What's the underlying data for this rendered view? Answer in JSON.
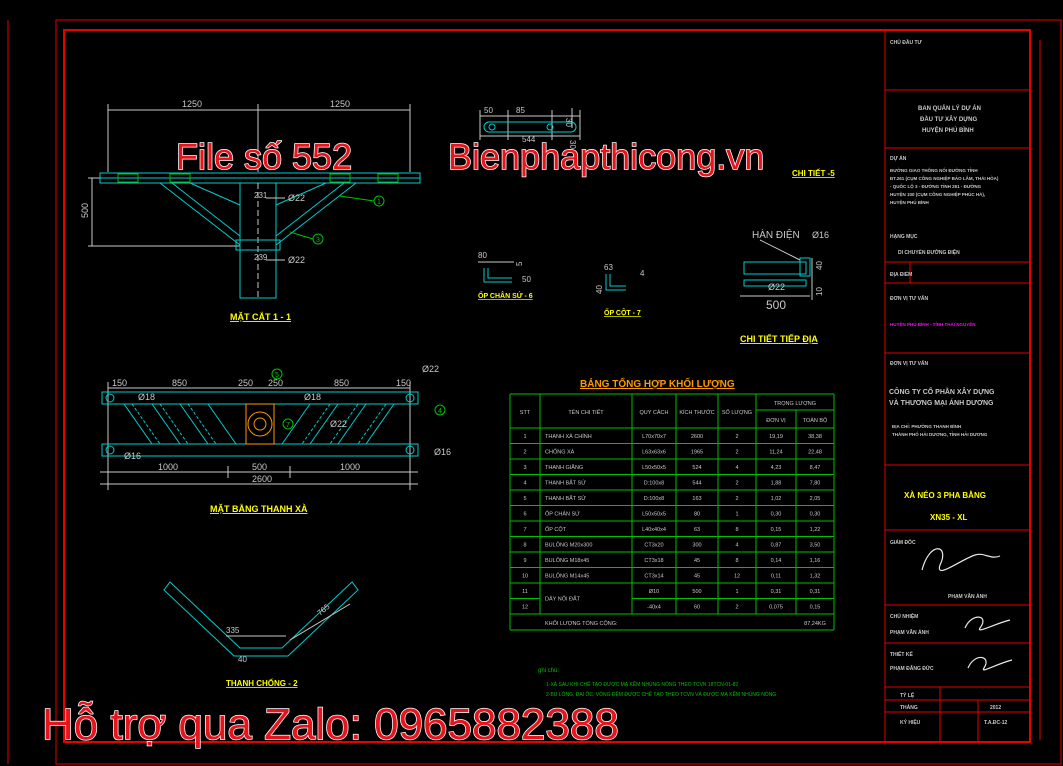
{
  "watermark": {
    "file": "File số 552",
    "site": "Bienphapthicong.vn",
    "zalo": "Hỗ trợ qua Zalo: 0965882388"
  },
  "views": {
    "section_1_1": "MẶT CẮT 1 - 1",
    "plan": "MẶT BẰNG THANH XÀ",
    "brace": "THANH CHỐNG - 2",
    "insulator_plate": "ỐP CHÂN SỨ - 6",
    "pole_plate": "ỐP CỘT - 7",
    "grounding": "CHI TIẾT TIẾP ĐỊA",
    "weld_label": "HÀN ĐIỆN",
    "bar_partial": "CHI TIẾT -5"
  },
  "dims": {
    "sec_1250a": "1250",
    "sec_1250b": "1250",
    "sec_500": "500",
    "sec_231": "231",
    "sec_239": "239",
    "sec_d22a": "Ø22",
    "sec_d22b": "Ø22",
    "p_150a": "150",
    "p_850a": "850",
    "p_250a": "250",
    "p_250b": "250",
    "p_850b": "850",
    "p_150b": "150",
    "p_d18a": "Ø18",
    "p_d18b": "Ø18",
    "p_d22a": "Ø22",
    "p_d22b": "Ø22",
    "p_d16a": "Ø16",
    "p_d16b": "Ø16",
    "p_1000a": "1000",
    "p_500": "500",
    "p_1000b": "1000",
    "p_2600": "2600",
    "b_335": "335",
    "b_765": "765",
    "b_40": "40",
    "d5_50a": "50",
    "d5_85": "85",
    "d5_30a": "30",
    "d5_544": "544",
    "d5_30b": "30",
    "ip_80": "80",
    "ip_5": "5",
    "ip_50": "50",
    "pp_63": "63",
    "pp_4": "4",
    "pp_40": "40",
    "g_d16": "Ø16",
    "g_d22": "Ø22",
    "g_500": "500",
    "g_40": "40",
    "g_10": "10"
  },
  "callouts": [
    "1",
    "3",
    "4",
    "5",
    "7"
  ],
  "table": {
    "title": "BẢNG TỔNG HỢP KHỐI LƯỢNG",
    "headers": [
      "STT",
      "TÊN CHI TIẾT",
      "QUY CÁCH",
      "KÍCH THƯỚC",
      "SỐ LƯỢNG",
      "TRỌNG LƯỢNG"
    ],
    "subheaders": [
      "ĐƠN VỊ",
      "TOÀN BỘ"
    ],
    "rows": [
      [
        "1",
        "THANH XÀ CHÍNH",
        "L70x70x7",
        "2600",
        "2",
        "19,19",
        "38,38"
      ],
      [
        "2",
        "CHỐNG XÀ",
        "L63x63x6",
        "1965",
        "2",
        "11,24",
        "22,48"
      ],
      [
        "3",
        "THANH GIẰNG",
        "L50x50x5",
        "524",
        "4",
        "4,23",
        "8,47"
      ],
      [
        "4",
        "THANH BẮT SỨ",
        "D:100x8",
        "544",
        "2",
        "1,88",
        "7,80"
      ],
      [
        "5",
        "THANH BẮT SỨ",
        "D:100x8",
        "163",
        "2",
        "1,02",
        "2,05"
      ],
      [
        "6",
        "ỐP CHÂN SỨ",
        "L50x50x5",
        "80",
        "1",
        "0,30",
        "0,30"
      ],
      [
        "7",
        "ỐP CỘT",
        "L40x40x4",
        "63",
        "8",
        "0,15",
        "1,22"
      ],
      [
        "8",
        "BULÔNG M20x300",
        "CT3x20",
        "300",
        "4",
        "0,87",
        "3,50"
      ],
      [
        "9",
        "BULÔNG M18x45",
        "CT3x18",
        "45",
        "8",
        "0,14",
        "1,16"
      ],
      [
        "10",
        "BULÔNG M14x45",
        "CT3x14",
        "45",
        "12",
        "0,11",
        "1,32"
      ],
      [
        "11",
        "DÂY NỐI ĐẤT",
        "Ø10",
        "500",
        "1",
        "0,31",
        "0,31"
      ],
      [
        "12",
        "",
        "-40x4",
        "60",
        "2",
        "0,075",
        "0,15"
      ]
    ],
    "total_label": "KHỐI LƯỢNG TỔNG CỘNG:",
    "total_value": "87,24KG"
  },
  "notes": {
    "title": "ghi chú:",
    "line1": "1-XÀ SAU KHI CHẾ TẠO ĐƯỢC MẠ KẼM NHÚNG NÓNG THEO TCVN 18TCN-01-82",
    "line2": "2-BU LÔNG, ĐAI ỐC, VÒNG ĐỆM ĐƯỢC CHẾ TẠO THEO TCVN VÀ ĐƯỢC MẠ KẼM NHÚNG NÓNG"
  },
  "title_block": {
    "owner_label": "CHỦ ĐẦU TƯ",
    "owner_l1": "BAN QUẢN LÝ DỰ ÁN",
    "owner_l2": "ĐẦU TƯ XÂY DỰNG",
    "owner_l3": "HUYỆN PHÚ BÌNH",
    "project_label": "DỰ ÁN",
    "project_l1": "ĐƯỜNG GIAO THÔNG NỐI ĐƯỜNG TỈNH",
    "project_l2": "ĐT.261 (CỤM CÔNG NGHIỆP BẢO LÂM, THÁI HÒA)",
    "project_l3": "- QUỐC LỘ 3 - ĐƯỜNG TỈNH 261 - ĐƯỜNG",
    "project_l4": "HUYỆN 100 (CỤM CÔNG NGHIỆP PHÚC HÀ),",
    "project_l5": "HUYỆN PHÚ BÌNH",
    "item_label": "HẠNG MỤC",
    "item_value": "DI CHUYỂN ĐƯỜNG ĐIỆN",
    "location_label": "ĐỊA ĐIỂM",
    "location_value": "HUYỆN PHÚ BÌNH - TỈNH THÁI NGUYÊN",
    "consultant_label": "ĐƠN VỊ TƯ VẤN",
    "consultant_l1": "CÔNG TY CỔ PHẦN XÂY DỰNG",
    "consultant_l2": "VÀ THƯƠNG MẠI ÁNH DƯƠNG",
    "consultant_addr1": "ĐỊA CHỈ: PHƯỜNG THANH BÌNH",
    "consultant_addr2": "THÀNH PHỐ HẢI DƯƠNG, TỈNH HẢI DƯƠNG",
    "drawing_title_l1": "XÀ NÉO 3 PHA BẰNG",
    "drawing_title_l2": "XN35 - XL",
    "director_label": "GIÁM ĐỐC",
    "director_name": "PHẠM VĂN ÁNH",
    "checker_label": "CHỦ NHIỆM",
    "checker_name": "PHẠM VĂN ÁNH",
    "designer_label": "THIẾT KẾ",
    "designer_name": "PHẠM ĐĂNG ĐỨC",
    "scale_label": "TỶ LỆ",
    "date_label": "THÁNG",
    "date_value": "2012",
    "sheet_label": "KÝ HIỆU",
    "sheet_value": "T.A.ĐC-12"
  },
  "colors": {
    "frame": "#e60000",
    "dim": "#c8c8c8",
    "cyan": "#00cccc",
    "green": "#00c000",
    "yellow": "#ffff00",
    "magenta": "#ff00ff",
    "orange": "#ff9900"
  }
}
